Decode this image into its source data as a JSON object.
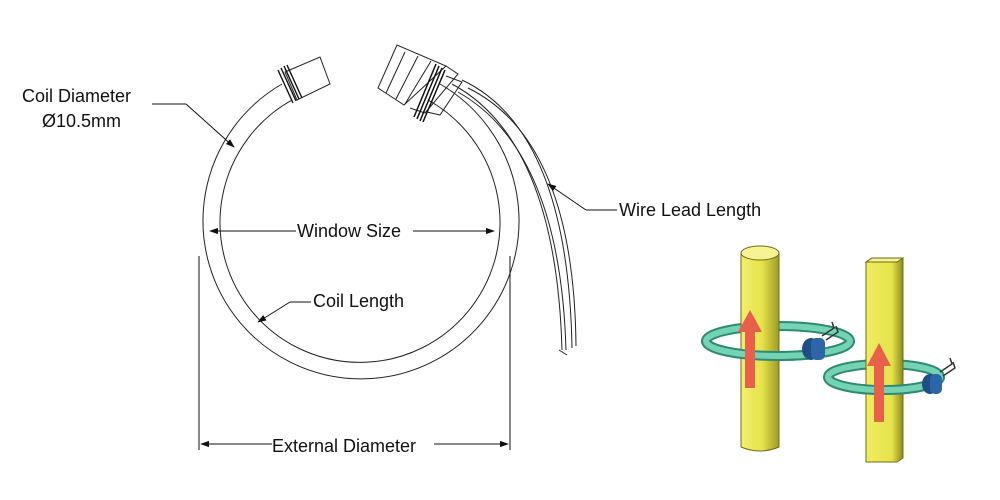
{
  "labels": {
    "coil_diameter": "Coil Diameter",
    "coil_diameter_value": "Ø10.5mm",
    "window_size": "Window Size",
    "coil_length": "Coil Length",
    "wire_lead_length": "Wire Lead Length",
    "external_diameter": "External Diameter"
  },
  "colors": {
    "conductor": "#e6e34a",
    "conductor_shade": "#a9a62a",
    "coil_ring": "#74d3b3",
    "coil_ring_dark": "#2f8a73",
    "connector": "#1f4f86",
    "arrow": "#e8604c",
    "line": "#111111"
  },
  "icons": [
    "rogowski-coil-drawing",
    "conductor-with-coil-illustration"
  ]
}
